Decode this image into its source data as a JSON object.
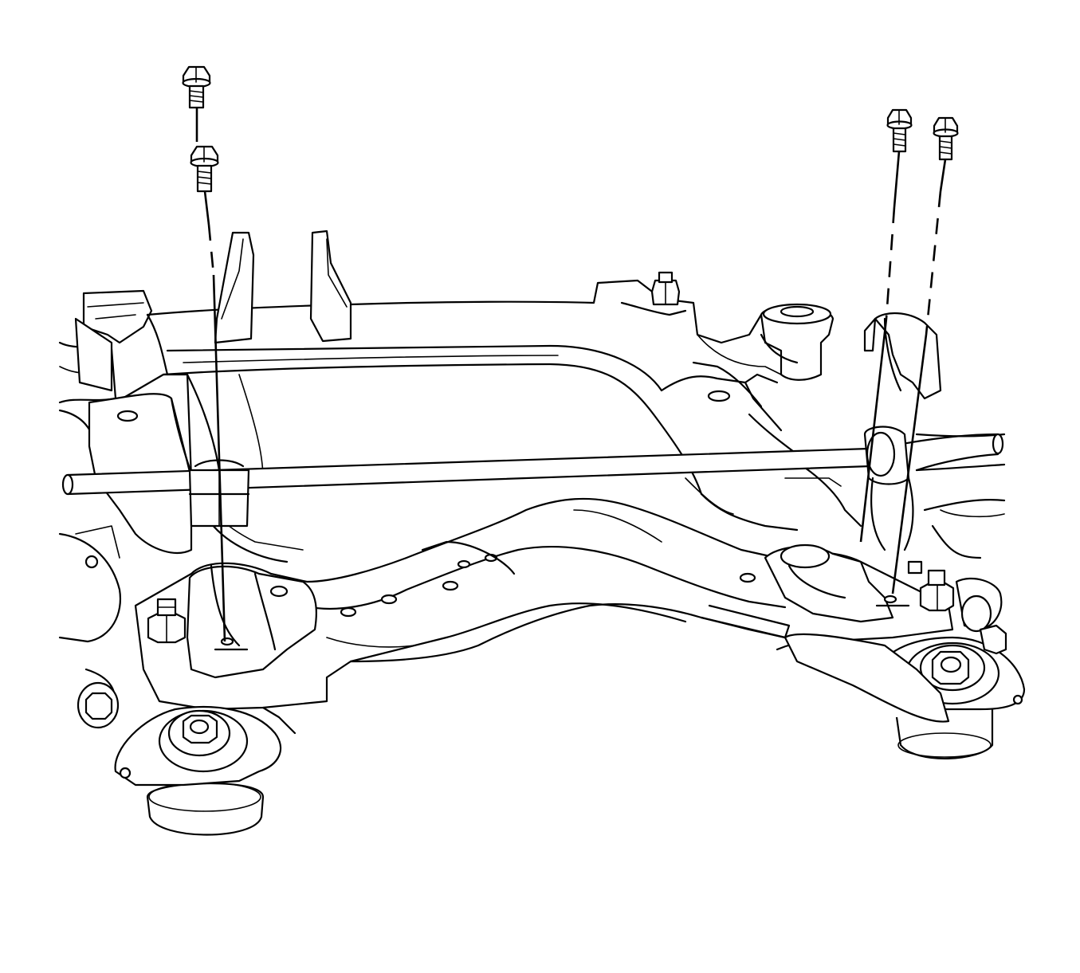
{
  "diagram": {
    "subject": "front-suspension-crossmember-with-stabilizer-bar",
    "colors": {
      "line": "#000000",
      "background": "#ffffff"
    },
    "fasteners": [
      {
        "id": "left-upper-bolt"
      },
      {
        "id": "left-lower-bolt"
      },
      {
        "id": "right-inner-bolt"
      },
      {
        "id": "right-outer-bolt"
      }
    ]
  }
}
